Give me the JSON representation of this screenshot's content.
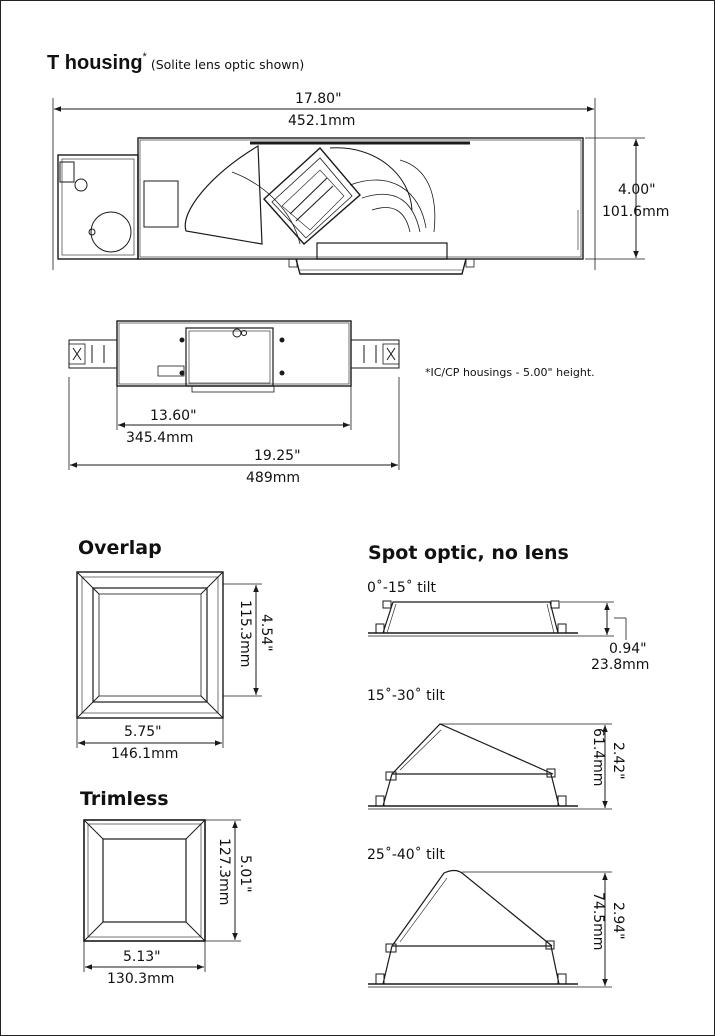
{
  "t_housing": {
    "title": "T housing",
    "title_mark": "*",
    "title_note": "(Solite lens optic shown)",
    "length_in": "17.80\"",
    "length_mm": "452.1mm",
    "height_in": "4.00\"",
    "height_mm": "101.6mm"
  },
  "plan_view": {
    "inner_in": "13.60\"",
    "inner_mm": "345.4mm",
    "overall_in": "19.25\"",
    "overall_mm": "489mm",
    "note": "*IC/CP housings - 5.00\" height."
  },
  "overlap": {
    "title": "Overlap",
    "height_in": "4.54\"",
    "height_mm": "115.3mm",
    "width_in": "5.75\"",
    "width_mm": "146.1mm"
  },
  "trimless": {
    "title": "Trimless",
    "height_in": "5.01\"",
    "height_mm": "127.3mm",
    "width_in": "5.13\"",
    "width_mm": "130.3mm"
  },
  "spot_optic": {
    "title": "Spot optic, no lens",
    "tilt1": {
      "label": "0˚-15˚ tilt",
      "dim_in": "0.94\"",
      "dim_mm": "23.8mm"
    },
    "tilt2": {
      "label": "15˚-30˚ tilt",
      "dim_in": "2.42\"",
      "dim_mm": "61.4mm"
    },
    "tilt3": {
      "label": "25˚-40˚ tilt",
      "dim_in": "2.94\"",
      "dim_mm": "74.5mm"
    }
  }
}
